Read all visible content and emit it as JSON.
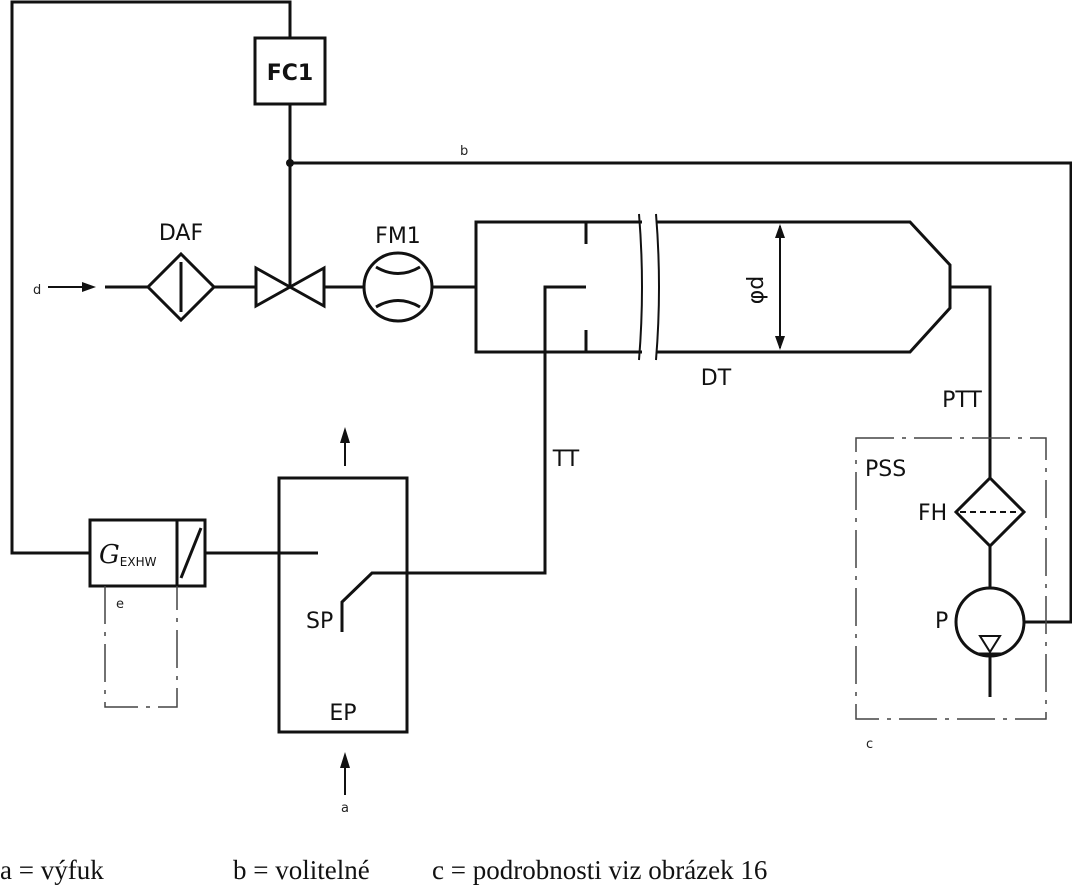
{
  "components": {
    "fc1": "FC1",
    "daf": "DAF",
    "fm1": "FM1",
    "dt": "DT",
    "diameter": "φd",
    "ptt": "PTT",
    "tt": "TT",
    "pss": "PSS",
    "fh": "FH",
    "p": "P",
    "sp": "SP",
    "ep": "EP",
    "gexhw_main": "G",
    "gexhw_sub": "EXHW"
  },
  "markers": {
    "a": "a",
    "b": "b",
    "c": "c",
    "d": "d",
    "e": "e"
  },
  "legend": {
    "a": "a = výfuk",
    "b": "b = volitelné",
    "c": "c = podrobnosti  viz  obrázek  16"
  }
}
